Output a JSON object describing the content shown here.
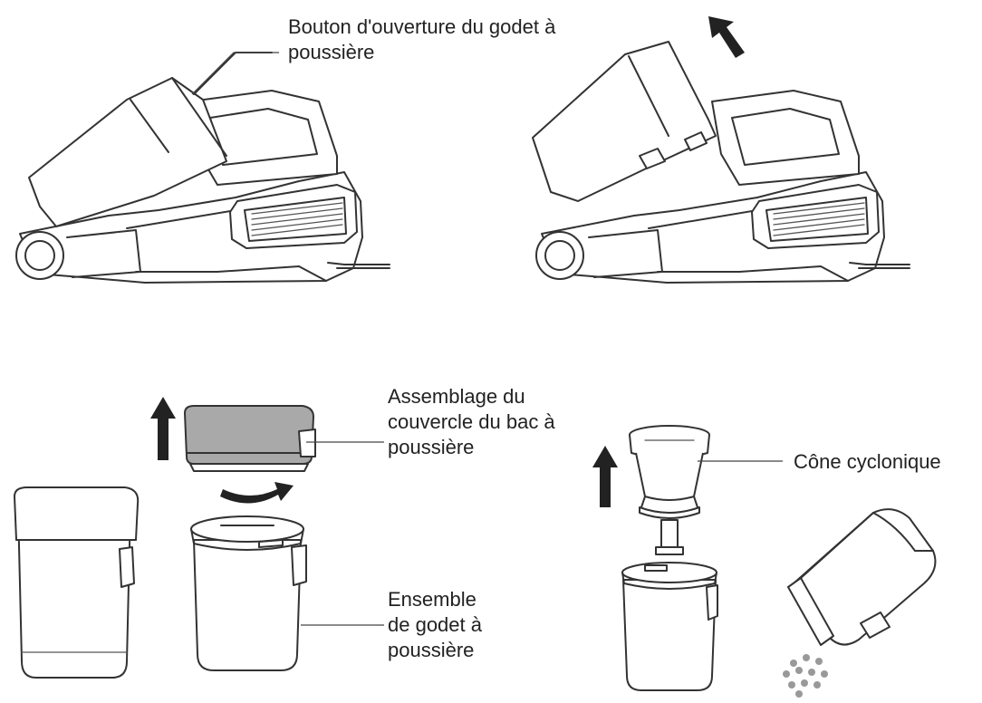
{
  "labels": {
    "open_button": [
      "Bouton d'ouverture du godet à",
      "poussière"
    ],
    "lid_assembly": [
      "Assemblage du",
      "couvercle du bac à",
      "poussière"
    ],
    "cyclone_cone": [
      "Cône cyclonique"
    ],
    "cup_assembly": [
      "Ensemble",
      "de godet à",
      "poussière"
    ]
  },
  "colors": {
    "line": "#333333",
    "lid_fill": "#a9a9a9",
    "text": "#222222"
  },
  "icons": [
    "arrow-up-left-icon",
    "arrow-up-icon",
    "rotate-arrow-icon"
  ]
}
